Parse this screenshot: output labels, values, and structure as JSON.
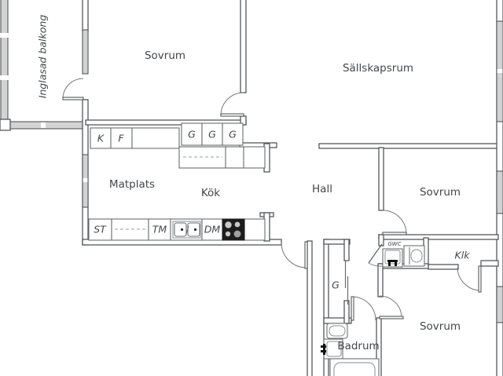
{
  "plan": {
    "type": "apartment-floor-plan",
    "language": "Swedish",
    "rooms": {
      "balcony": "Inglasad balkong",
      "bedroom_top": "Sovrum",
      "living_room": "Sällskapsrum",
      "dining": "Matplats",
      "kitchen": "Kök",
      "hall": "Hall",
      "bedroom_mid": "Sovrum",
      "bedroom_bottom": "Sovrum",
      "bathroom": "Badrum",
      "guest_wc": "GWC",
      "walkin_closet": "Klk",
      "hall_closet": "G"
    },
    "appliances": {
      "fridge": "K",
      "freezer": "F",
      "wardrobe1": "G",
      "wardrobe2": "G",
      "wardrobe3": "G",
      "cleaning_cabinet": "ST",
      "washing_machine": "TM",
      "dishwasher": "DM"
    },
    "colors": {
      "background": "#ffffff",
      "wall_line": "#54585a",
      "window_fill": "#d3d3d3",
      "text": "#43474a",
      "stove_fill": "#1d1d1d"
    }
  }
}
